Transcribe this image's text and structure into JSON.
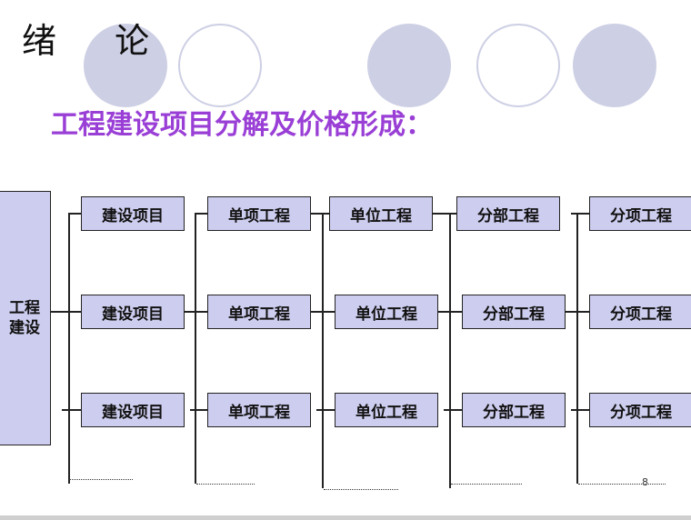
{
  "slide": {
    "title": "绪  论",
    "subtitle": "工程建设项目分解及价格形成：",
    "page_number": "8"
  },
  "diagram": {
    "root": {
      "line1": "工程",
      "line2": "建设"
    },
    "rows": [
      [
        "建设项目",
        "单项工程",
        "单位工程",
        "分部工程",
        "分项工程"
      ],
      [
        "建设项目",
        "单项工程",
        "单位工程",
        "分部工程",
        "分项工程"
      ],
      [
        "建设项目",
        "单项工程",
        "单位工程",
        "分部工程",
        "分项工程"
      ]
    ]
  },
  "colors": {
    "box_fill": "#cdcdef",
    "subtitle": "#9a3fd6",
    "decor_circle": "#cdcfe4"
  }
}
